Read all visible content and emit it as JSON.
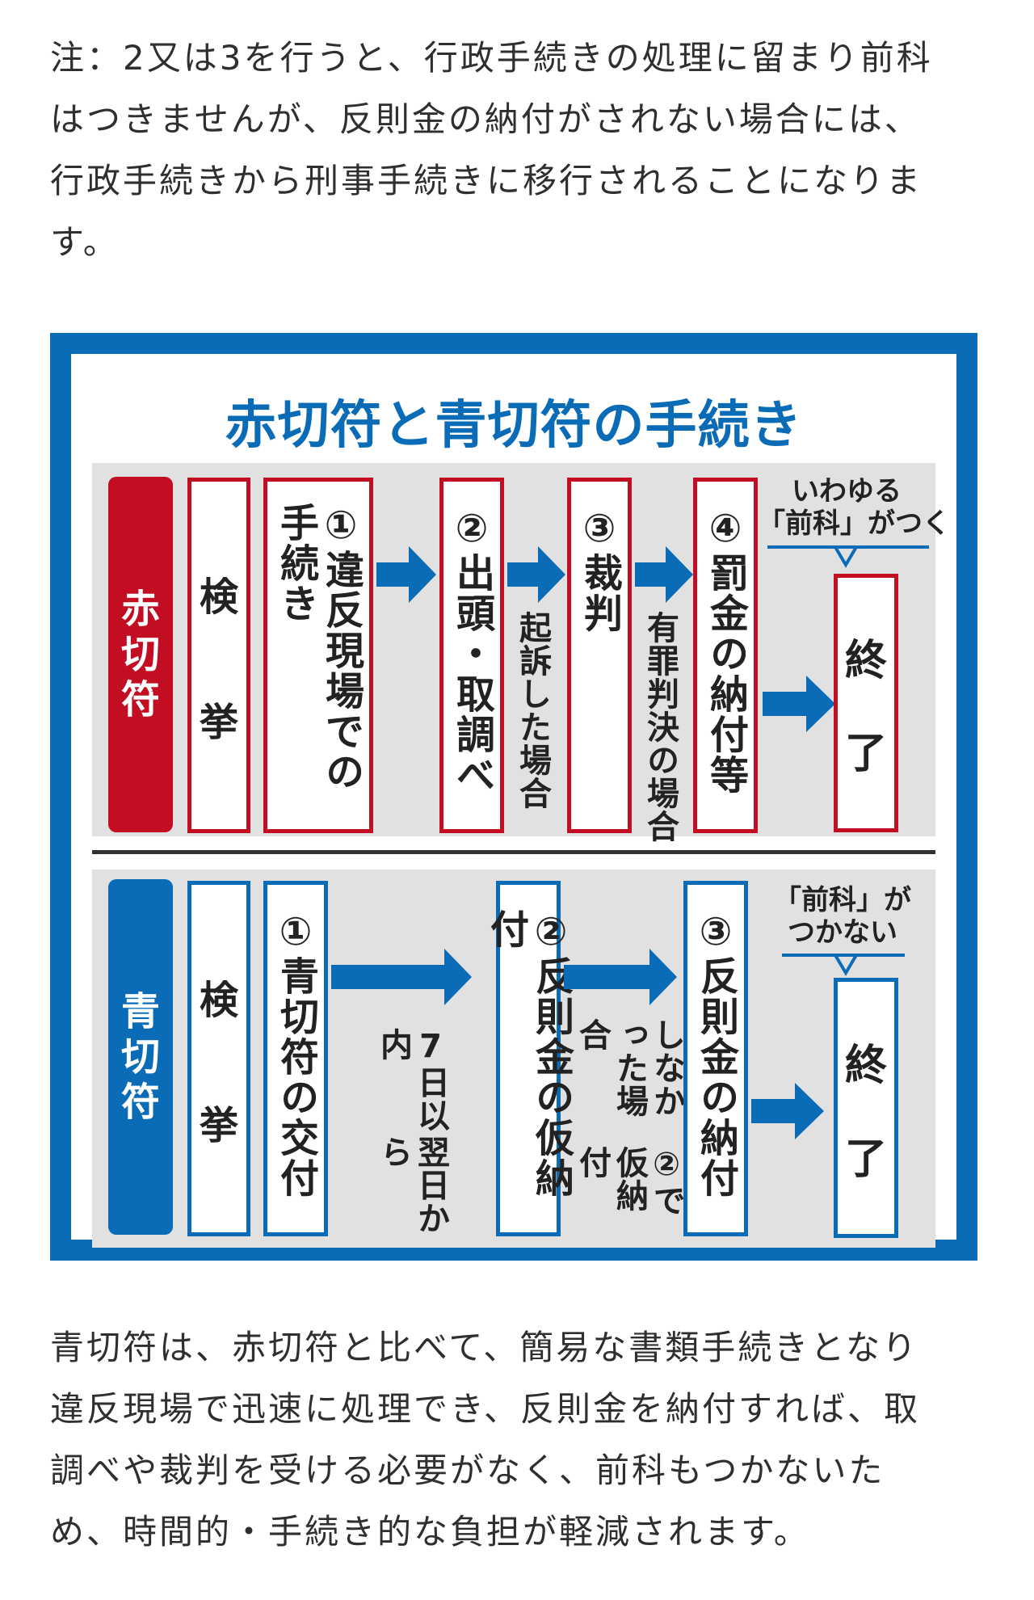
{
  "intro_text": {
    "lines": [
      "注：2又は3を行うと、行政手続きの処理に留まり前科",
      "はつきませんが、反則金の納付がされない場合には、",
      "行政手続きから刑事手続きに移行されることになりま",
      "す。"
    ]
  },
  "figure": {
    "title": "赤切符と青切符の手続き",
    "colors": {
      "red": "#c30d23",
      "blue": "#0a6bb6",
      "row_background": "#e1e1e1"
    },
    "red_row": {
      "label": [
        "赤",
        "切",
        "符"
      ],
      "kenkyo": [
        "検",
        "挙"
      ],
      "step1": "①違反現場での手続き",
      "step2": "②出頭・取調べ",
      "note_after_step2": "起訴した場合",
      "step3": "③裁判",
      "note_after_step3": "有罪判決の場合",
      "step4": "④罰金の納付等",
      "callout": [
        "いわゆる",
        "「前科」がつく"
      ],
      "end": [
        "終",
        "了"
      ]
    },
    "blue_row": {
      "label": [
        "青",
        "切",
        "符"
      ],
      "kenkyo": [
        "検",
        "挙"
      ],
      "step1": "①青切符の交付",
      "note_after_step1": [
        "翌日から",
        "7日以内"
      ],
      "step2": "②反則金の仮納付",
      "note_after_step2": [
        "②で仮納付",
        "しなかった場合"
      ],
      "step3": "③反則金の納付",
      "callout": [
        "「前科」が",
        "つかない"
      ],
      "end": [
        "終",
        "了"
      ]
    }
  },
  "outro_text": {
    "lines": [
      "青切符は、赤切符と比べて、簡易な書類手続きとなり",
      "違反現場で迅速に処理でき、反則金を納付すれば、取",
      "調べや裁判を受ける必要がなく、前科もつかないた",
      "め、時間的・手続き的な負担が軽減されます。"
    ]
  }
}
